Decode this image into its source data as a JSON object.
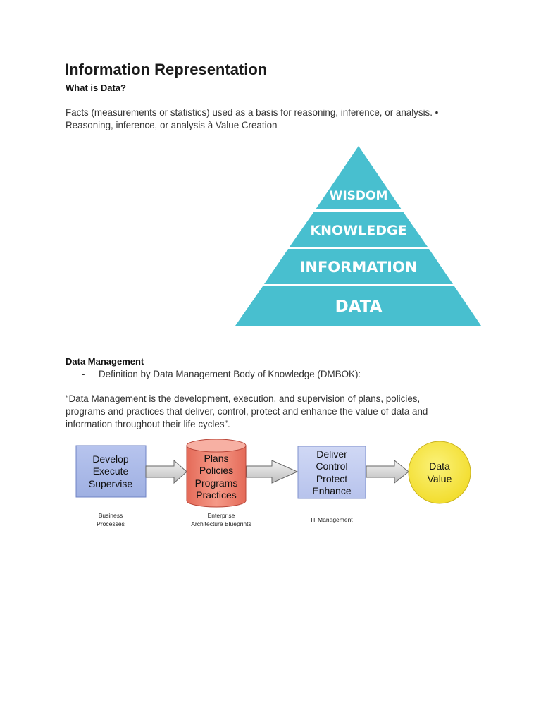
{
  "title": "Information Representation",
  "subtitle": "What is Data?",
  "intro_line1": "Facts (measurements or statistics) used as a basis for reasoning, inference, or analysis. •",
  "intro_line2": "Reasoning, inference, or analysis à Value Creation",
  "pyramid": {
    "levels": [
      "WISDOM",
      "KNOWLEDGE",
      "INFORMATION",
      "DATA"
    ],
    "color": "#48bfcf"
  },
  "data_management": {
    "heading": "Data Management",
    "bullet_dash": "-",
    "bullet_text": "Definition by Data Management Body of Knowledge (DMBOK):",
    "quote": "“Data Management is the development, execution, and supervision of plans, policies, programs and practices that deliver, control, protect and enhance the value of data and information throughout their life cycles”."
  },
  "flow": {
    "box1": {
      "lines": [
        "Develop",
        "Execute",
        "Supervise"
      ],
      "caption": [
        "Business",
        "Processes"
      ],
      "color": "#a9b8e6"
    },
    "box2": {
      "lines": [
        "Plans",
        "Policies",
        "Programs",
        "Practices"
      ],
      "caption": [
        "Enterprise",
        "Architecture Blueprints"
      ],
      "color": "#f08070"
    },
    "box3": {
      "lines": [
        "Deliver",
        "Control",
        "Protect",
        "Enhance"
      ],
      "caption": [
        "IT Management"
      ],
      "color": "#c3cdf0"
    },
    "box4": {
      "lines": [
        "Data",
        "Value"
      ],
      "color": "#f7e84a"
    }
  }
}
